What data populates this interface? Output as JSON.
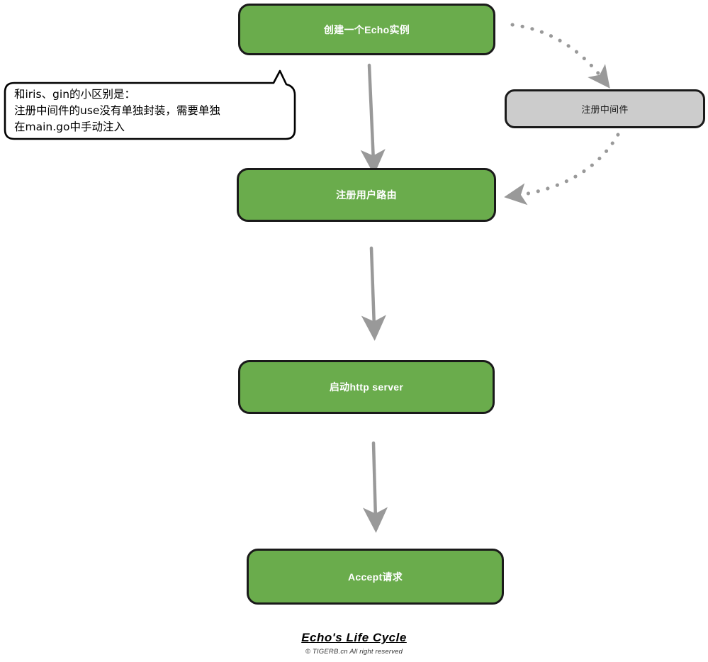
{
  "diagram": {
    "title": "Echo's Life Cycle",
    "copyright": "© TIGERB.cn All right reserved",
    "colors": {
      "node_green": "#6aac4c",
      "node_gray": "#cccccc",
      "node_border": "#1a1a1a",
      "arrow_solid": "#999999",
      "arrow_dotted": "#999999",
      "text_on_green": "#ffffff",
      "text_on_gray": "#1a1a1a",
      "background": "#ffffff"
    },
    "nodes": [
      {
        "id": "create-echo",
        "label": "创建一个Echo实例",
        "style": "green"
      },
      {
        "id": "register-mw",
        "label": "注册中间件",
        "style": "gray"
      },
      {
        "id": "register-route",
        "label": "注册用户路由",
        "style": "green"
      },
      {
        "id": "start-http",
        "label": "启动http server",
        "style": "green"
      },
      {
        "id": "accept-req",
        "label": "Accept请求",
        "style": "green"
      }
    ],
    "callout": {
      "text": "和iris、gin的小区别是：\n注册中间件的use没有单独封装，需要单独\n在main.go中手动注入"
    },
    "edges": [
      {
        "from": "create-echo",
        "to": "register-route",
        "style": "solid"
      },
      {
        "from": "create-echo",
        "to": "register-mw",
        "style": "dotted"
      },
      {
        "from": "register-mw",
        "to": "register-route",
        "style": "dotted"
      },
      {
        "from": "register-route",
        "to": "start-http",
        "style": "solid"
      },
      {
        "from": "start-http",
        "to": "accept-req",
        "style": "solid"
      }
    ]
  }
}
